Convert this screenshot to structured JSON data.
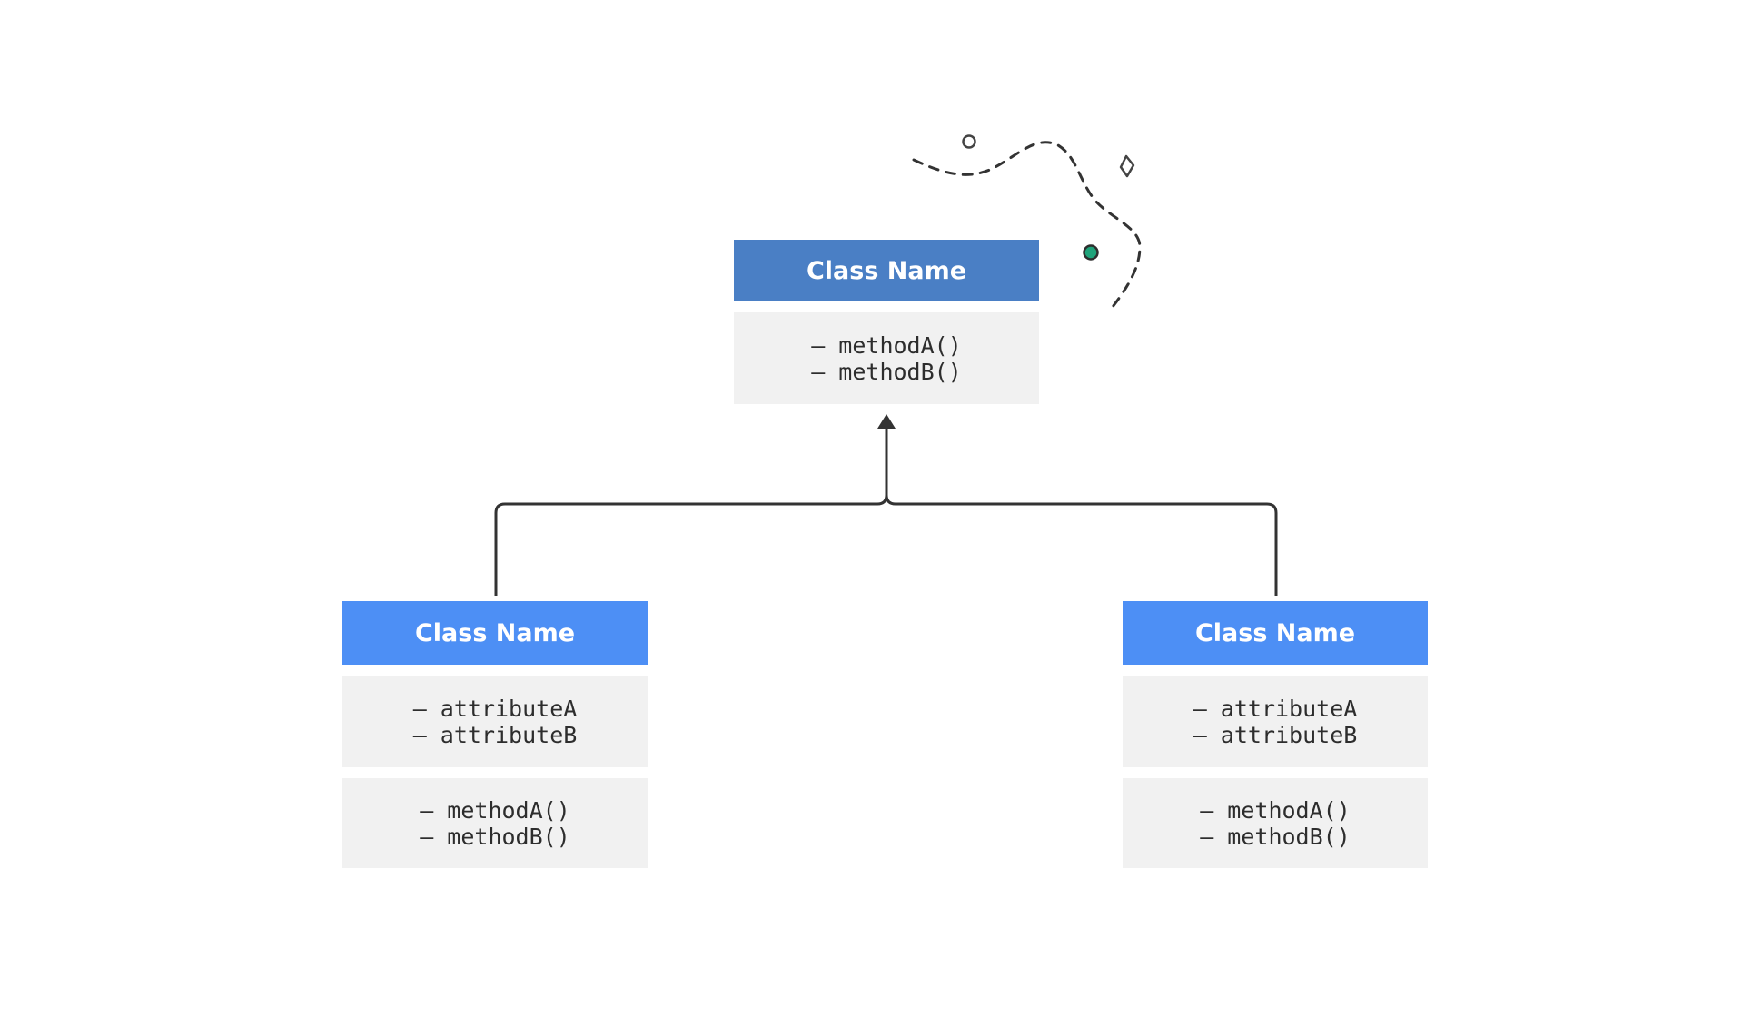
{
  "colors": {
    "parent_header": "#4a7fc5",
    "child_header": "#4d8ff5",
    "section_bg": "#f1f1f1",
    "connector": "#333333",
    "accent_dot": "#1fa37a"
  },
  "classes": {
    "parent": {
      "name": "Class Name",
      "methods": [
        "– methodA()",
        "– methodB()"
      ]
    },
    "left_child": {
      "name": "Class Name",
      "attributes": [
        "– attributeA",
        "– attributeB"
      ],
      "methods": [
        "– methodA()",
        "– methodB()"
      ]
    },
    "right_child": {
      "name": "Class Name",
      "attributes": [
        "– attributeA",
        "– attributeB"
      ],
      "methods": [
        "– methodA()",
        "– methodB()"
      ]
    }
  },
  "relationship": "inheritance",
  "decoration_icons": [
    "hollow-circle-icon",
    "diamond-icon",
    "green-dot-icon",
    "dashed-path"
  ]
}
